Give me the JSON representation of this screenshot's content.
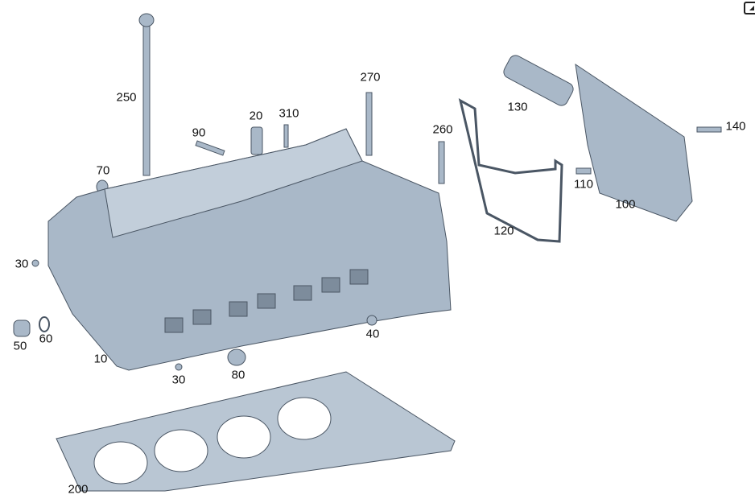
{
  "diagram": {
    "title": "Cylinder head exploded view",
    "colors": {
      "part_fill": "#a9b8c8",
      "part_stroke": "#4a5664",
      "gasket_fill": "#b9c6d3"
    },
    "labels": [
      {
        "id": "250",
        "text": "250"
      },
      {
        "id": "70",
        "text": "70"
      },
      {
        "id": "90",
        "text": "90"
      },
      {
        "id": "20",
        "text": "20"
      },
      {
        "id": "310",
        "text": "310"
      },
      {
        "id": "270",
        "text": "270"
      },
      {
        "id": "260",
        "text": "260"
      },
      {
        "id": "130",
        "text": "130"
      },
      {
        "id": "140",
        "text": "140"
      },
      {
        "id": "110",
        "text": "110"
      },
      {
        "id": "100",
        "text": "100"
      },
      {
        "id": "120",
        "text": "120"
      },
      {
        "id": "30a",
        "text": "30"
      },
      {
        "id": "50",
        "text": "50"
      },
      {
        "id": "60",
        "text": "60"
      },
      {
        "id": "10",
        "text": "10"
      },
      {
        "id": "30b",
        "text": "30"
      },
      {
        "id": "80",
        "text": "80"
      },
      {
        "id": "40",
        "text": "40"
      },
      {
        "id": "200",
        "text": "200"
      }
    ]
  },
  "toolbar": {
    "expand_icon": "expand-icon"
  }
}
